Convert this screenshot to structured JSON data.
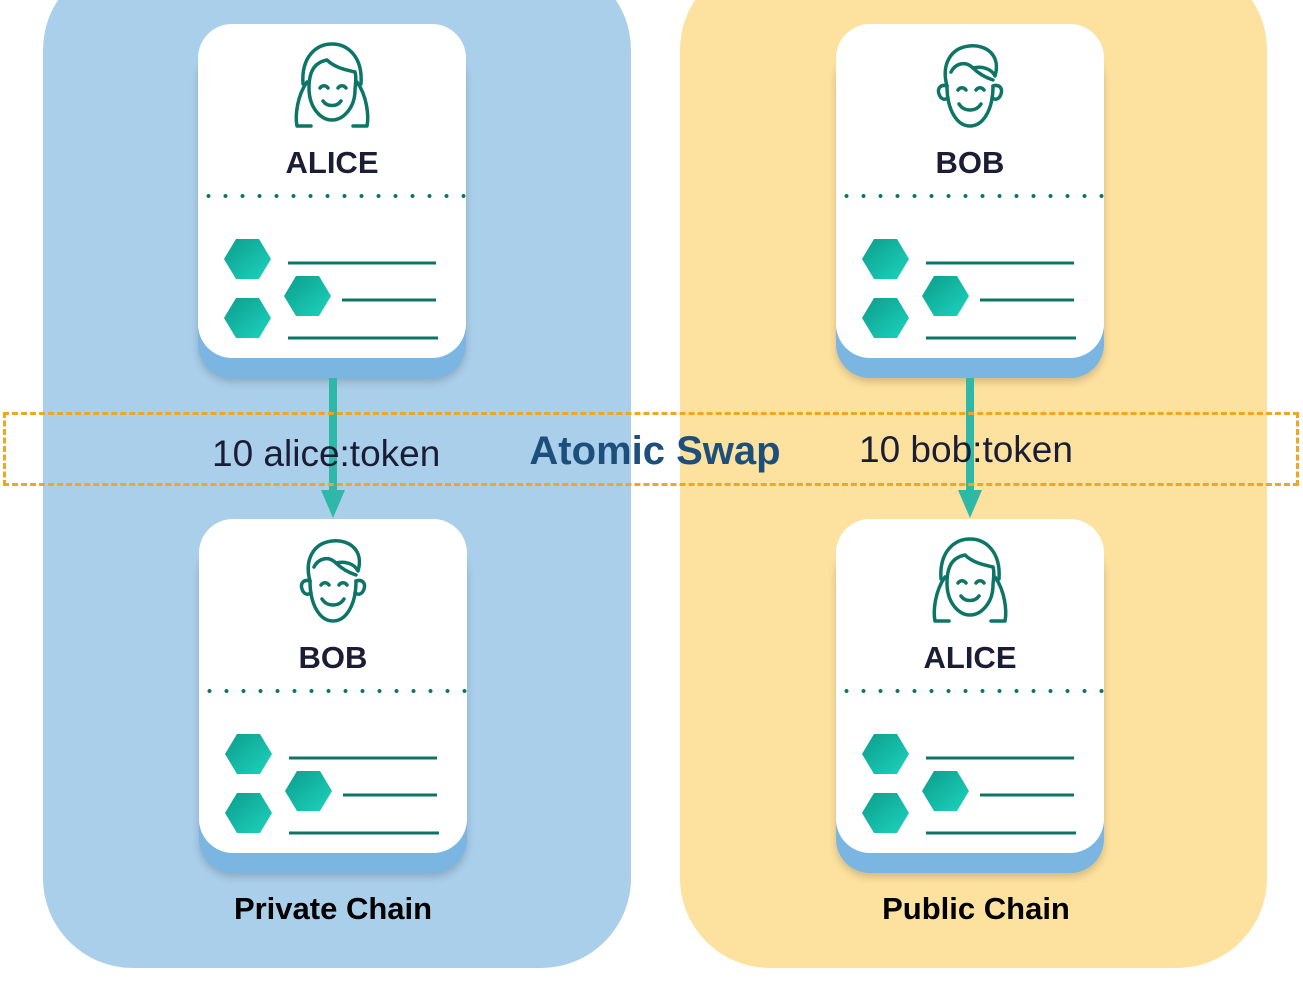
{
  "colors": {
    "private_chain_bg": "#aacfeb",
    "public_chain_bg": "#fde19e",
    "card_shadow": "#7bb5e2",
    "token_teal": "#12b5a2",
    "icon_stroke": "#0d7566",
    "swap_border": "#f0a623",
    "swap_title": "#1d4f7c",
    "arrow": "#2fb8a8"
  },
  "chains": {
    "private": {
      "label": "Private Chain"
    },
    "public": {
      "label": "Public Chain"
    }
  },
  "cards": {
    "alice_private": {
      "name": "ALICE",
      "avatar": "woman-face-icon"
    },
    "bob_public": {
      "name": "BOB",
      "avatar": "man-face-icon"
    },
    "bob_private": {
      "name": "BOB",
      "avatar": "man-face-icon"
    },
    "alice_public": {
      "name": "ALICE",
      "avatar": "woman-face-icon"
    }
  },
  "swap": {
    "title": "Atomic Swap",
    "left_transfer": "10 alice:token",
    "right_transfer": "10 bob:token"
  }
}
